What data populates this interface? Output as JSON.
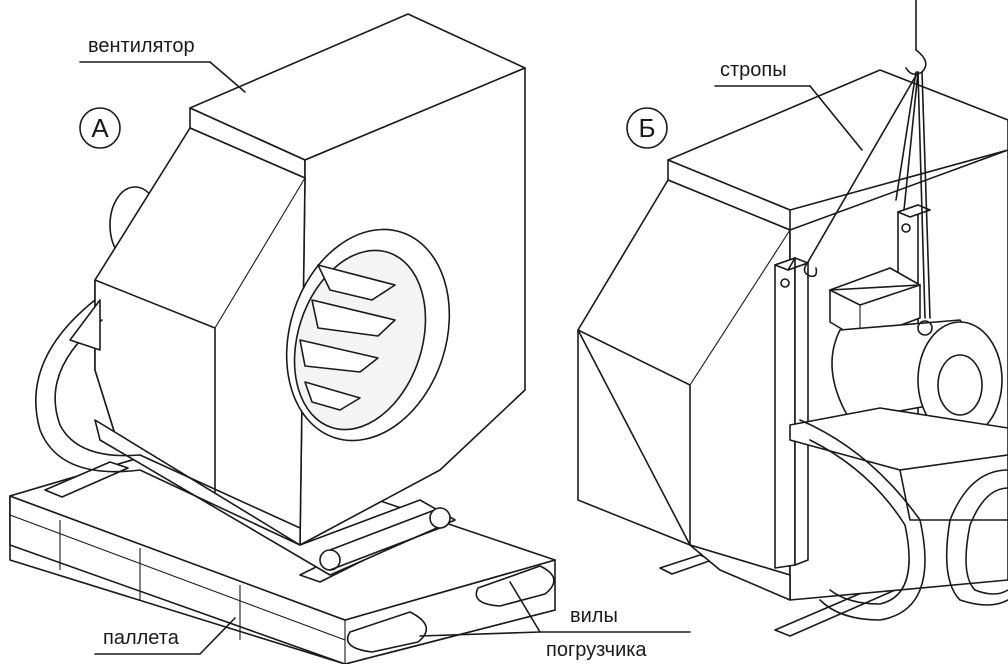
{
  "labels": {
    "fan": "вентилятор",
    "slings": "стропы",
    "pallet": "паллета",
    "forks_line1": "вилы",
    "forks_line2": "погрузчика"
  },
  "markers": {
    "a": "А",
    "b": "Б"
  }
}
